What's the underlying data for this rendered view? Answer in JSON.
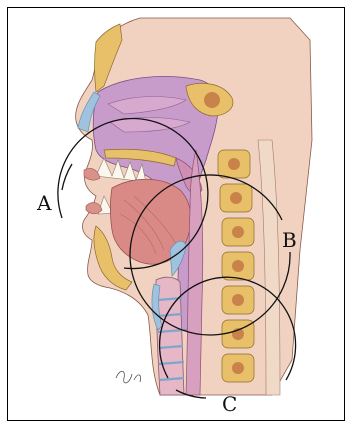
{
  "labels": [
    {
      "id": "A",
      "text": "A"
    },
    {
      "id": "B",
      "text": "B"
    },
    {
      "id": "C",
      "text": "C"
    }
  ],
  "colors": {
    "border": "#000000",
    "skin": "#e9b9a0",
    "mucosa": "#cf8fb2",
    "cavity": "#b58ac7",
    "bone": "#e8c06a",
    "marrow": "#c9834a",
    "muscle": "#d98a86",
    "teeth": "#fbf7ee",
    "cartilage": "#9fc3df",
    "circle": "#111111"
  }
}
